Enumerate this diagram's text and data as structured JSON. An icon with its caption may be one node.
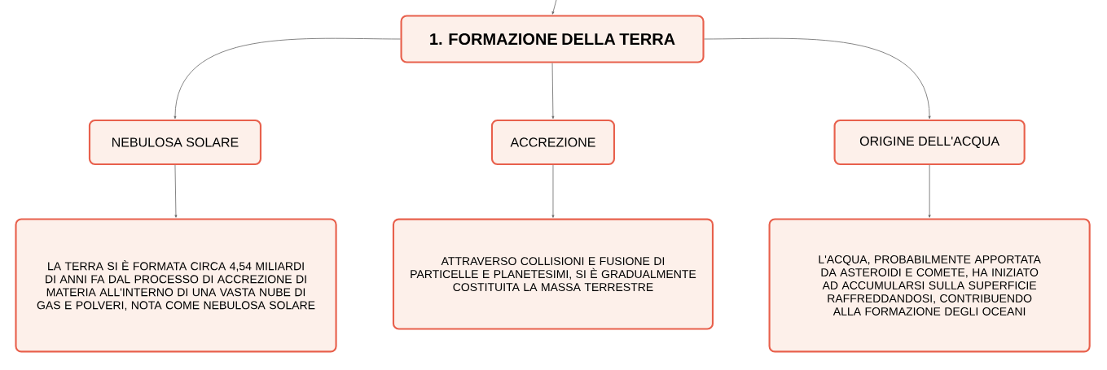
{
  "diagram": {
    "nodes": [
      {
        "text": [
          "1. FORMAZIONE DELLA TERRA"
        ]
      },
      {
        "text": [
          "NEBULOSA SOLARE"
        ]
      },
      {
        "text": [
          "ACCREZIONE"
        ]
      },
      {
        "text": [
          "ORIGINE DELL'ACQUA"
        ]
      },
      {
        "text": [
          "LA TERRA SI È FORMATA CIRCA 4,54 MILIARDI DI ANNI FA DAL PROCESSO DI ACCREZIONE DI MATERIA ALL'INTERNO DI UNA VASTA NUBE DI GAS E POLVERI, NOTA COME NEBULOSA SOLARE"
        ]
      },
      {
        "text": [
          "ATTRAVERSO COLLISIONI E FUSIONE DI PARTICELLE E PLANETESIMI, SI È GRADUALMENTE COSTITUITA LA MASSA TERRESTRE"
        ]
      },
      {
        "text": [
          "L'ACQUA, PROBABILMENTE APPORTATA DA ASTEROIDI E COMETE, HA INIZIATO AD ACCUMULARSI SULLA SUPERFICIE RAFFREDDANDOSI, CONTRIBUENDO ALLA FORMAZIONE DEGLI OCEANI"
        ]
      }
    ],
    "edges": [
      {
        "from": null,
        "to": 0,
        "arrow": "to"
      },
      {
        "from": 0,
        "to": 1,
        "arrow": "to"
      },
      {
        "from": 0,
        "to": 2,
        "arrow": "to"
      },
      {
        "from": 0,
        "to": 3,
        "arrow": "to"
      },
      {
        "from": 1,
        "to": 4,
        "arrow": "to"
      },
      {
        "from": 2,
        "to": 5,
        "arrow": "to"
      },
      {
        "from": 3,
        "to": 6,
        "arrow": "to"
      }
    ]
  }
}
